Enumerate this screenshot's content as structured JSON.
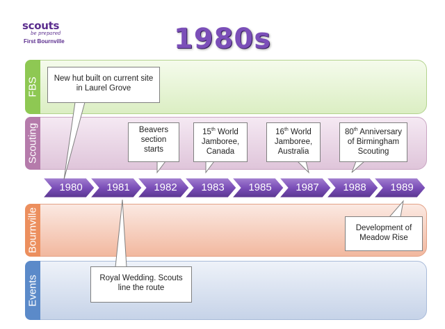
{
  "logo": {
    "main": "scouts",
    "sub": "be prepared",
    "group": "First Bournville"
  },
  "title": "1980s",
  "bands": [
    {
      "id": "fbs",
      "label": "FBS"
    },
    {
      "id": "scouting",
      "label": "Scouting"
    },
    {
      "id": "bournville",
      "label": "Bournville"
    },
    {
      "id": "events",
      "label": "Events"
    }
  ],
  "years": [
    "1980",
    "1981",
    "1982",
    "1983",
    "1985",
    "1987",
    "1988",
    "1989"
  ],
  "callouts": {
    "fbs_hut": "New hut built on current site in Laurel Grove",
    "beavers": "Beavers section starts",
    "jamboree15_num": "15",
    "jamboree15_sup": "th",
    "jamboree15_rest": " World Jamboree, Canada",
    "jamboree16_num": "16",
    "jamboree16_sup": "th",
    "jamboree16_rest": " World Jamboree, Australia",
    "anniv80_num": "80",
    "anniv80_sup": "th",
    "anniv80_rest": " Anniversary of Birmingham Scouting",
    "meadow_rise": "Development of Meadow Rise",
    "royal_wedding": "Royal Wedding. Scouts line the route"
  },
  "colors": {
    "chevron": "#7b4fb8",
    "title": "#7b4fb8"
  }
}
